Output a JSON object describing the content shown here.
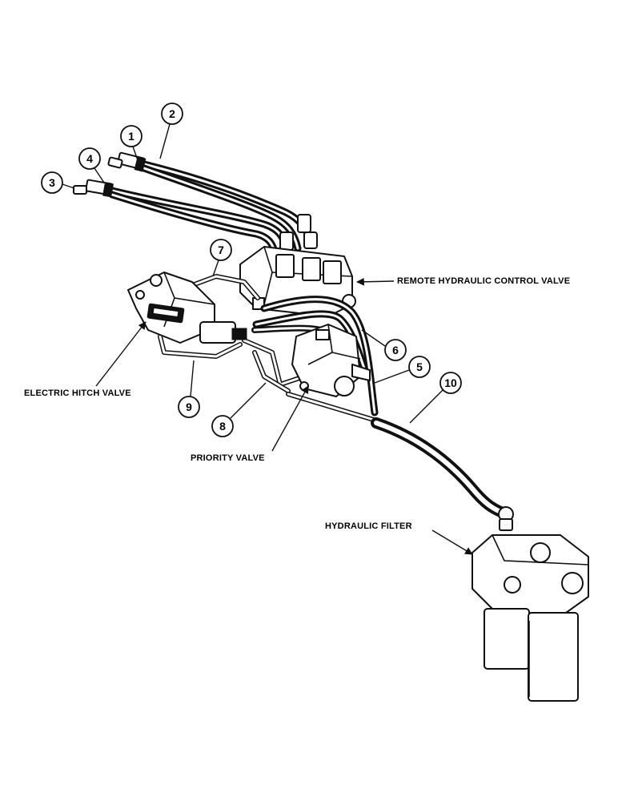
{
  "labels": {
    "remote_valve": "REMOTE HYDRAULIC CONTROL VALVE",
    "hitch_valve": "ELECTRIC HITCH VALVE",
    "priority_valve": "PRIORITY VALVE",
    "filter": "HYDRAULIC FILTER"
  },
  "callouts": [
    "1",
    "2",
    "3",
    "4",
    "5",
    "6",
    "7",
    "8",
    "9",
    "10"
  ]
}
